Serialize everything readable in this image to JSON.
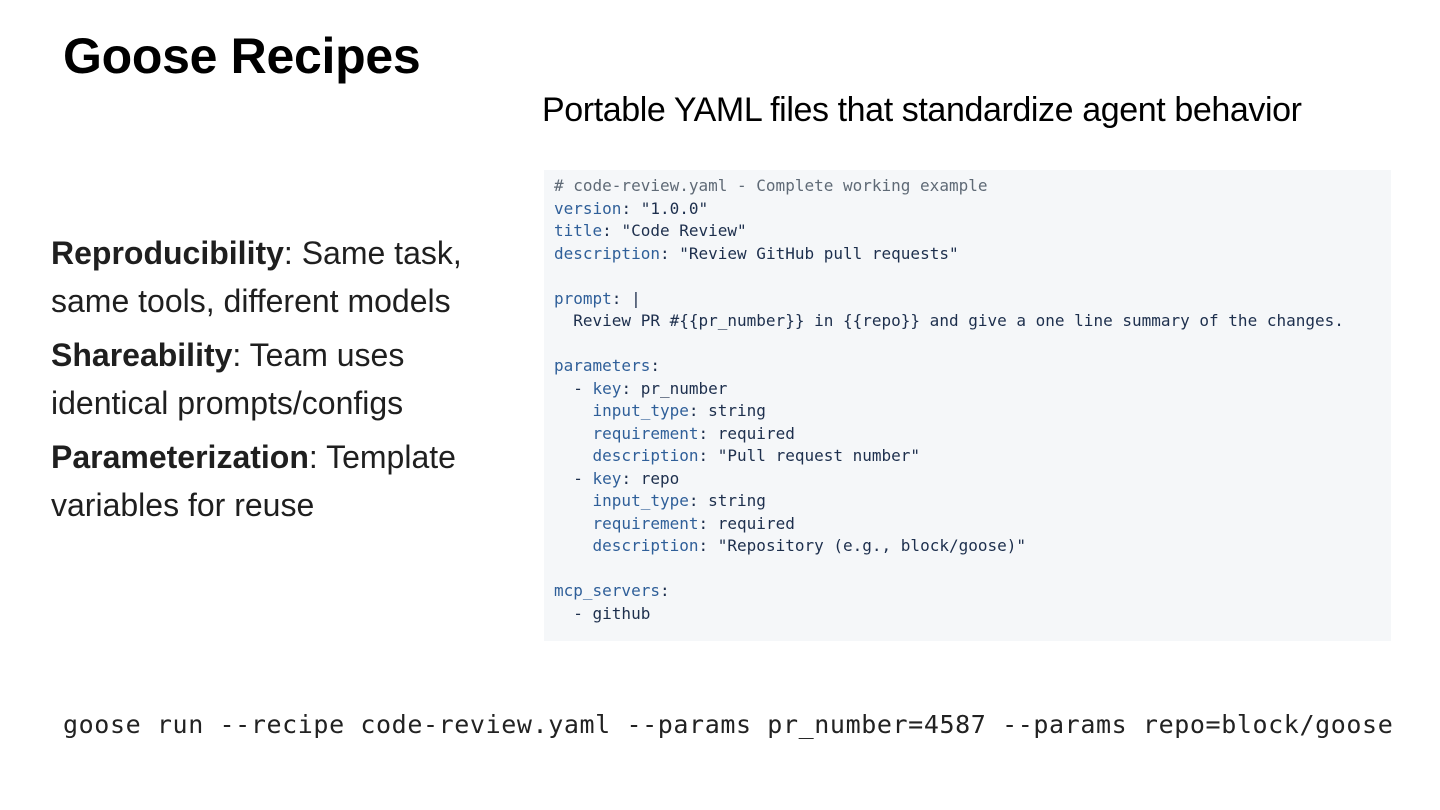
{
  "slide": {
    "title": "Goose Recipes",
    "subtitle": "Portable YAML files that standardize agent behavior"
  },
  "bullets": [
    {
      "term": "Reproducibility",
      "text": ": Same task, same tools, different models"
    },
    {
      "term": "Shareability",
      "text": ": Team uses identical prompts/configs"
    },
    {
      "term": "Parameterization",
      "text": ": Template variables for reuse"
    }
  ],
  "code": {
    "lines": [
      {
        "type": "comment",
        "text": "# code-review.yaml - Complete working example"
      },
      {
        "type": "kv",
        "indent": "",
        "key": "version",
        "value": " \"1.0.0\""
      },
      {
        "type": "kv",
        "indent": "",
        "key": "title",
        "value": " \"Code Review\""
      },
      {
        "type": "kv",
        "indent": "",
        "key": "description",
        "value": " \"Review GitHub pull requests\""
      },
      {
        "type": "blank"
      },
      {
        "type": "kv",
        "indent": "",
        "key": "prompt",
        "value": " |"
      },
      {
        "type": "plain",
        "indent": "  ",
        "text": "Review PR #{{pr_number}} in {{repo}} and give a one line summary of the changes."
      },
      {
        "type": "blank"
      },
      {
        "type": "kv",
        "indent": "",
        "key": "parameters",
        "value": ""
      },
      {
        "type": "kv",
        "indent": "  - ",
        "key": "key",
        "value": " pr_number"
      },
      {
        "type": "kv",
        "indent": "    ",
        "key": "input_type",
        "value": " string"
      },
      {
        "type": "kv",
        "indent": "    ",
        "key": "requirement",
        "value": " required"
      },
      {
        "type": "kv",
        "indent": "    ",
        "key": "description",
        "value": " \"Pull request number\""
      },
      {
        "type": "kv",
        "indent": "  - ",
        "key": "key",
        "value": " repo"
      },
      {
        "type": "kv",
        "indent": "    ",
        "key": "input_type",
        "value": " string"
      },
      {
        "type": "kv",
        "indent": "    ",
        "key": "requirement",
        "value": " required"
      },
      {
        "type": "kv",
        "indent": "    ",
        "key": "description",
        "value": " \"Repository (e.g., block/goose)\""
      },
      {
        "type": "blank"
      },
      {
        "type": "kv",
        "indent": "",
        "key": "mcp_servers",
        "value": ""
      },
      {
        "type": "plain",
        "indent": "  - ",
        "text": "github"
      }
    ]
  },
  "command": "goose run --recipe code-review.yaml --params pr_number=4587 --params repo=block/goose",
  "colors": {
    "code_background": "#f5f7f9",
    "code_key": "#2f5f99",
    "code_value": "#1d2f4d",
    "code_comment": "#5f6a76"
  }
}
